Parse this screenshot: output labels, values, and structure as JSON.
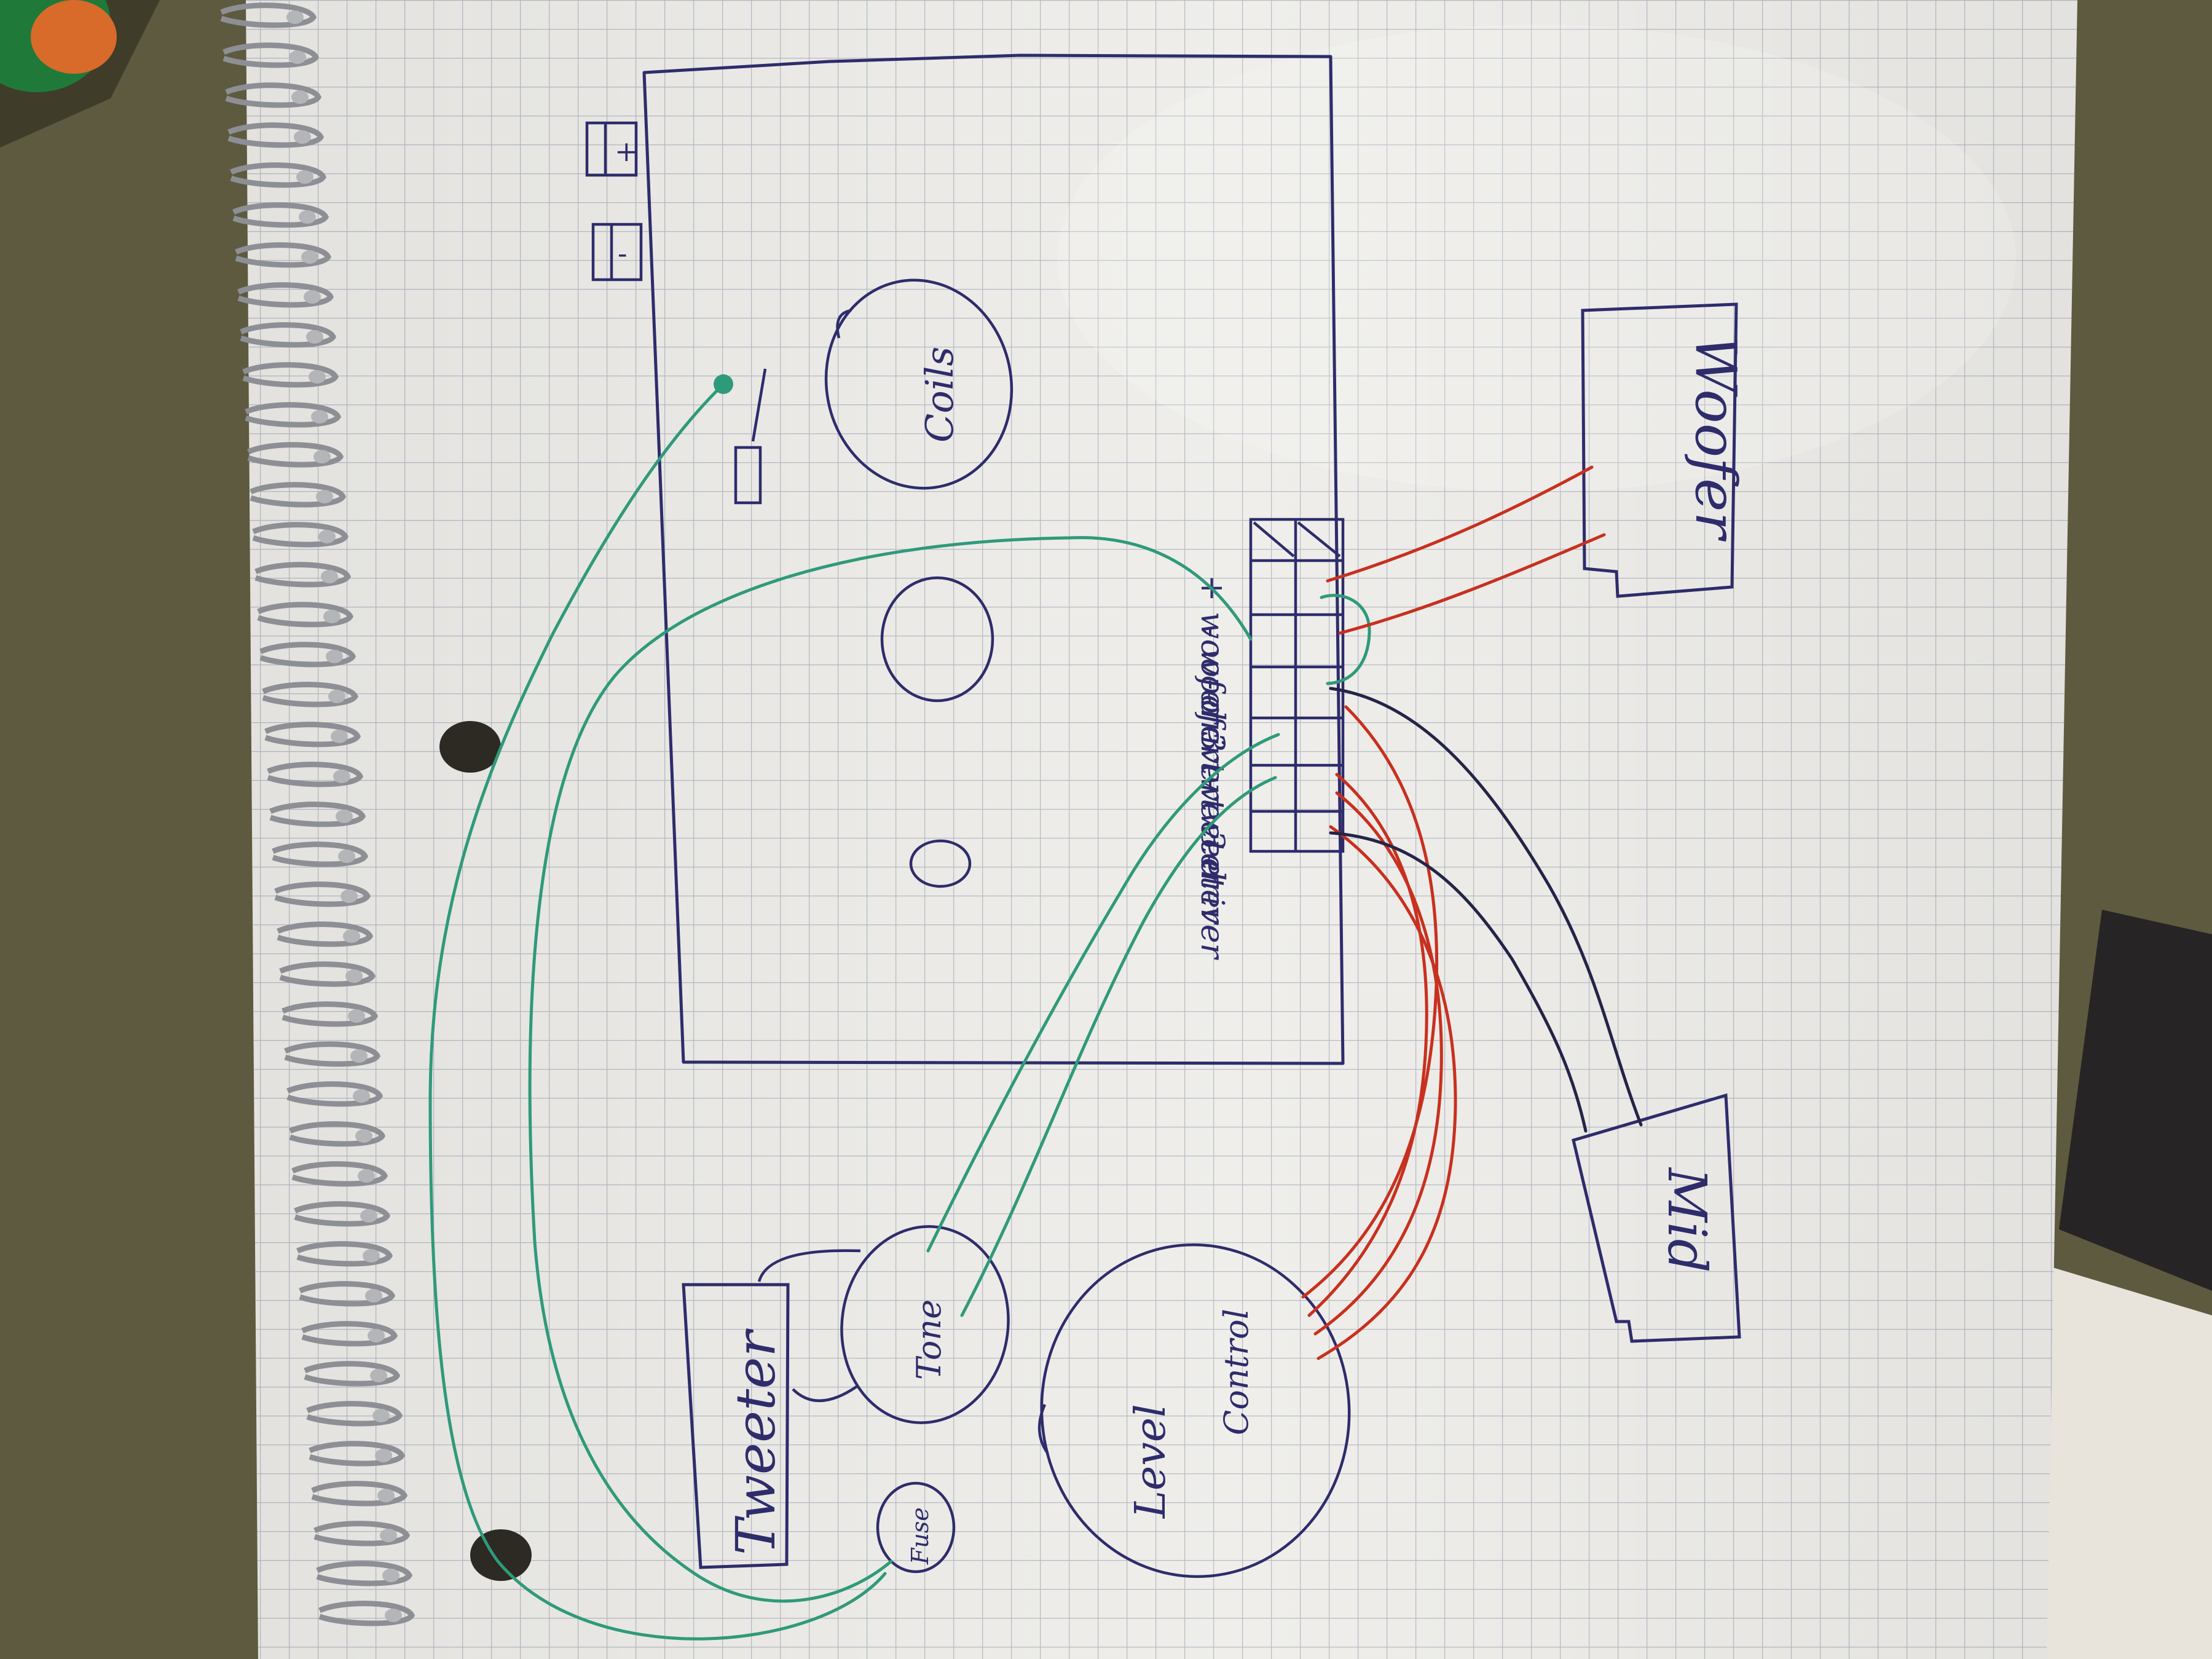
{
  "components": {
    "coils": "Coils",
    "woofer": "Woofer",
    "mid": "Mid",
    "tweeter": "Tweeter",
    "tone": "Tone",
    "fuse": "Fuse",
    "level": "Level",
    "control": "Control",
    "plus_terminal": "+",
    "minus_terminal": "-"
  },
  "terminal_labels": [
    "+ woofer",
    "- woofer",
    "- driver",
    "3 tweeter",
    "- tweeter",
    "3 driver"
  ],
  "colors": {
    "pen_blue": "#2e2c6b",
    "wire_green": "#2f9a7a",
    "wire_red": "#c8301f",
    "wire_dark": "#242448",
    "paper": "#efeeea",
    "grid": "#b9bcc6"
  }
}
